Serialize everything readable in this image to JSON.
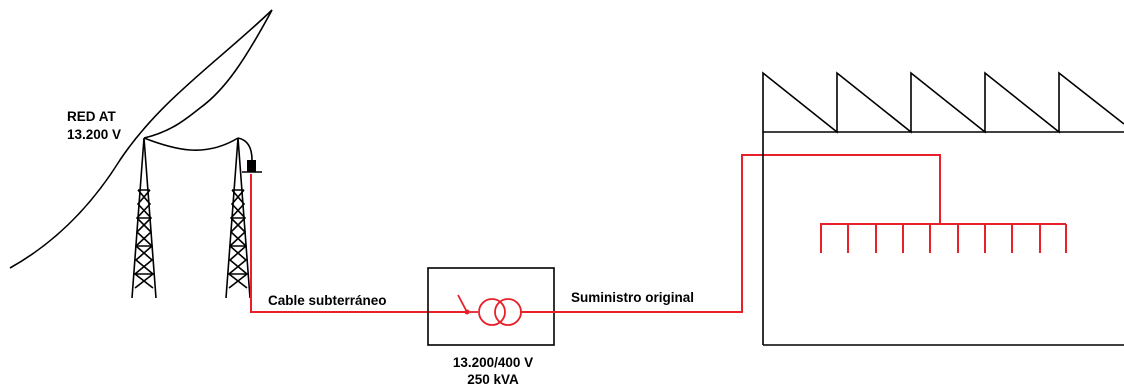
{
  "labels": {
    "network_name": "RED AT",
    "network_voltage": "13.200 V",
    "cable": "Cable subterráneo",
    "supply": "Suministro original",
    "transformer_ratio": "13.200/400 V",
    "transformer_power": "250 kVA"
  },
  "colors": {
    "line": "#000000",
    "cable": "#e8202a"
  },
  "factory": {
    "roof_teeth": 5,
    "outlets": 10
  }
}
